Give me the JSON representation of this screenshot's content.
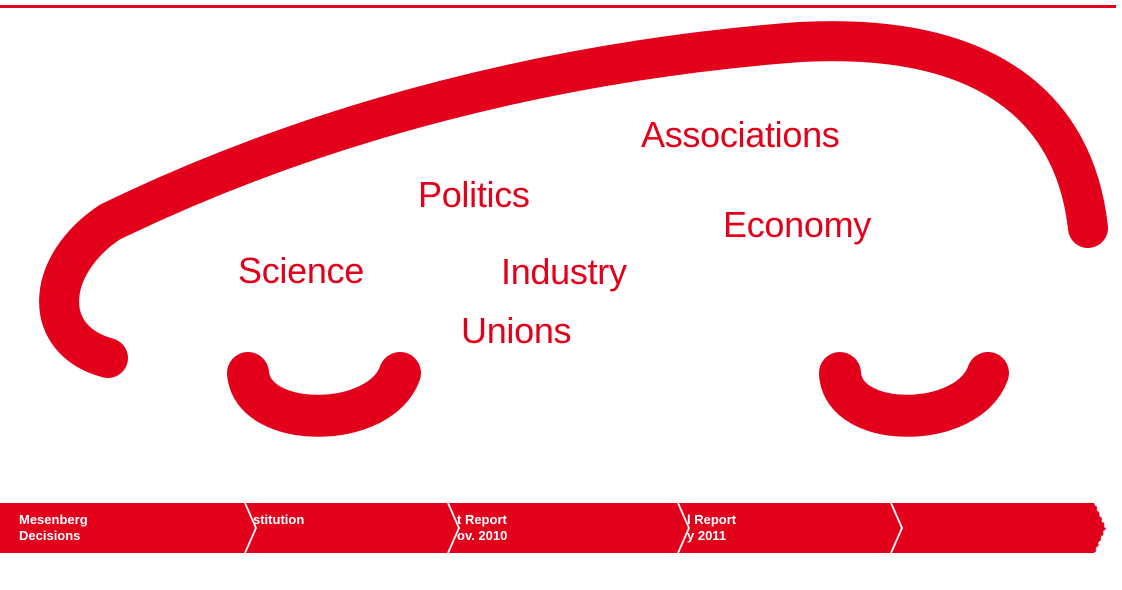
{
  "colors": {
    "accent": "#e2001a",
    "background": "#ffffff"
  },
  "stakeholders": {
    "associations": "Associations",
    "politics": "Politics",
    "economy": "Economy",
    "industry": "Industry",
    "science": "Science",
    "unions": "Unions"
  },
  "timeline": {
    "steps": [
      {
        "label": "Mesenberg\nDecisions"
      },
      {
        "label": "stitution\n"
      },
      {
        "label": "t Report\nov. 2010"
      },
      {
        "label": "l Report\ny 2011"
      },
      {
        "label": ""
      }
    ]
  }
}
